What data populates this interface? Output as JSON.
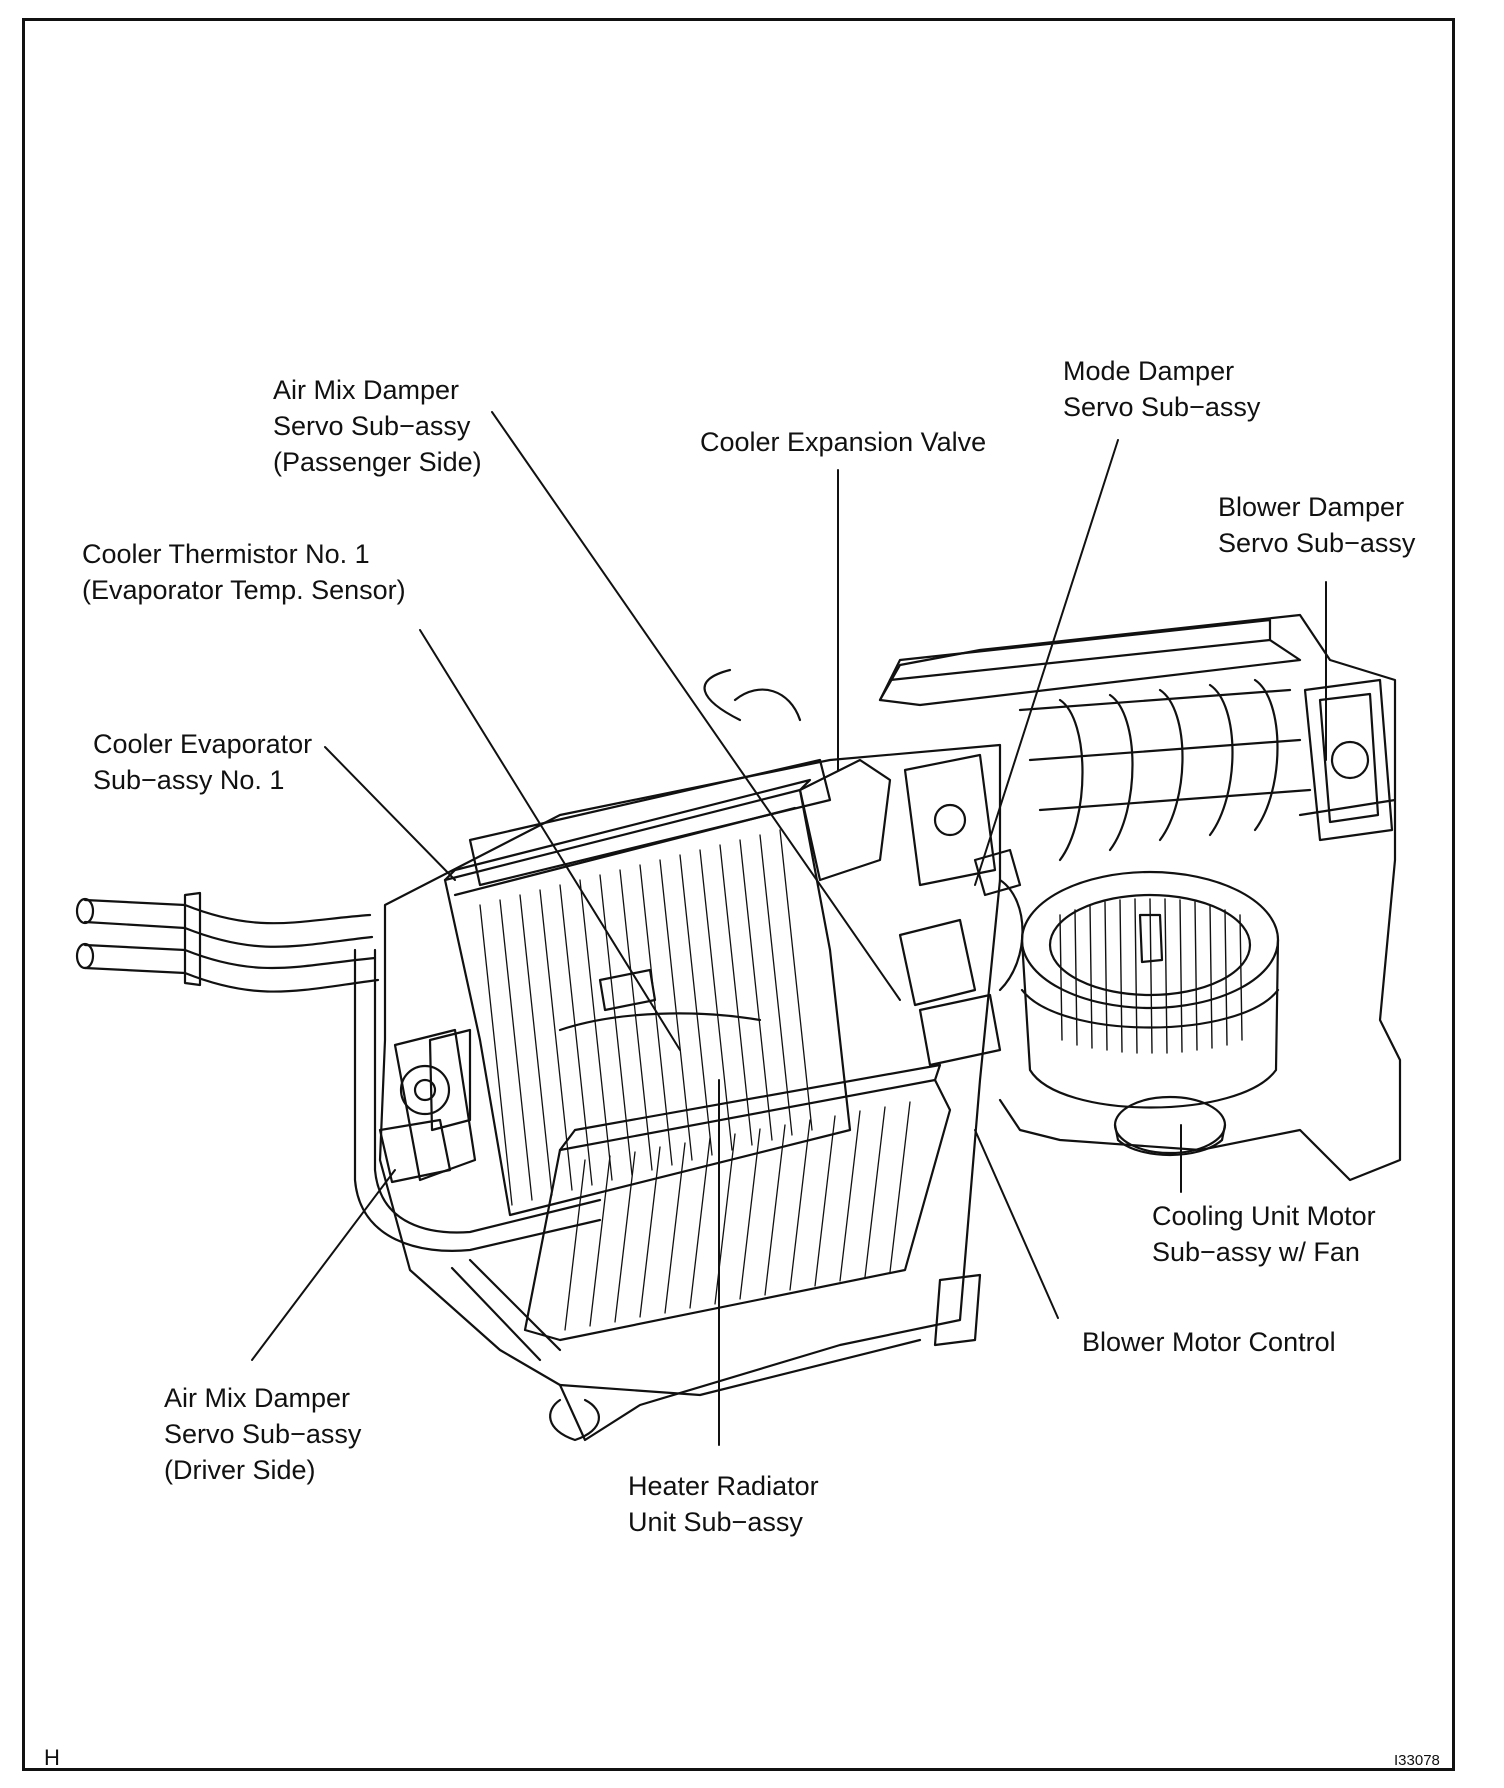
{
  "labels": {
    "air_mix_passenger": [
      "Air Mix Damper",
      "Servo Sub−assy",
      "(Passenger Side)"
    ],
    "cooler_thermistor": [
      "Cooler Thermistor No. 1",
      "(Evaporator Temp. Sensor)"
    ],
    "cooler_evaporator": [
      "Cooler Evaporator",
      "Sub−assy No. 1"
    ],
    "cooler_expansion_valve": [
      "Cooler Expansion Valve"
    ],
    "mode_damper": [
      "Mode Damper",
      "Servo Sub−assy"
    ],
    "blower_damper": [
      "Blower Damper",
      "Servo Sub−assy"
    ],
    "cooling_unit_motor": [
      "Cooling Unit Motor",
      "Sub−assy w/ Fan"
    ],
    "blower_motor_control": [
      "Blower Motor Control"
    ],
    "heater_radiator": [
      "Heater Radiator",
      "Unit Sub−assy"
    ],
    "air_mix_driver": [
      "Air Mix Damper",
      "Servo Sub−assy",
      "(Driver Side)"
    ]
  },
  "corner_letter": "H",
  "figure_code": "I33078"
}
